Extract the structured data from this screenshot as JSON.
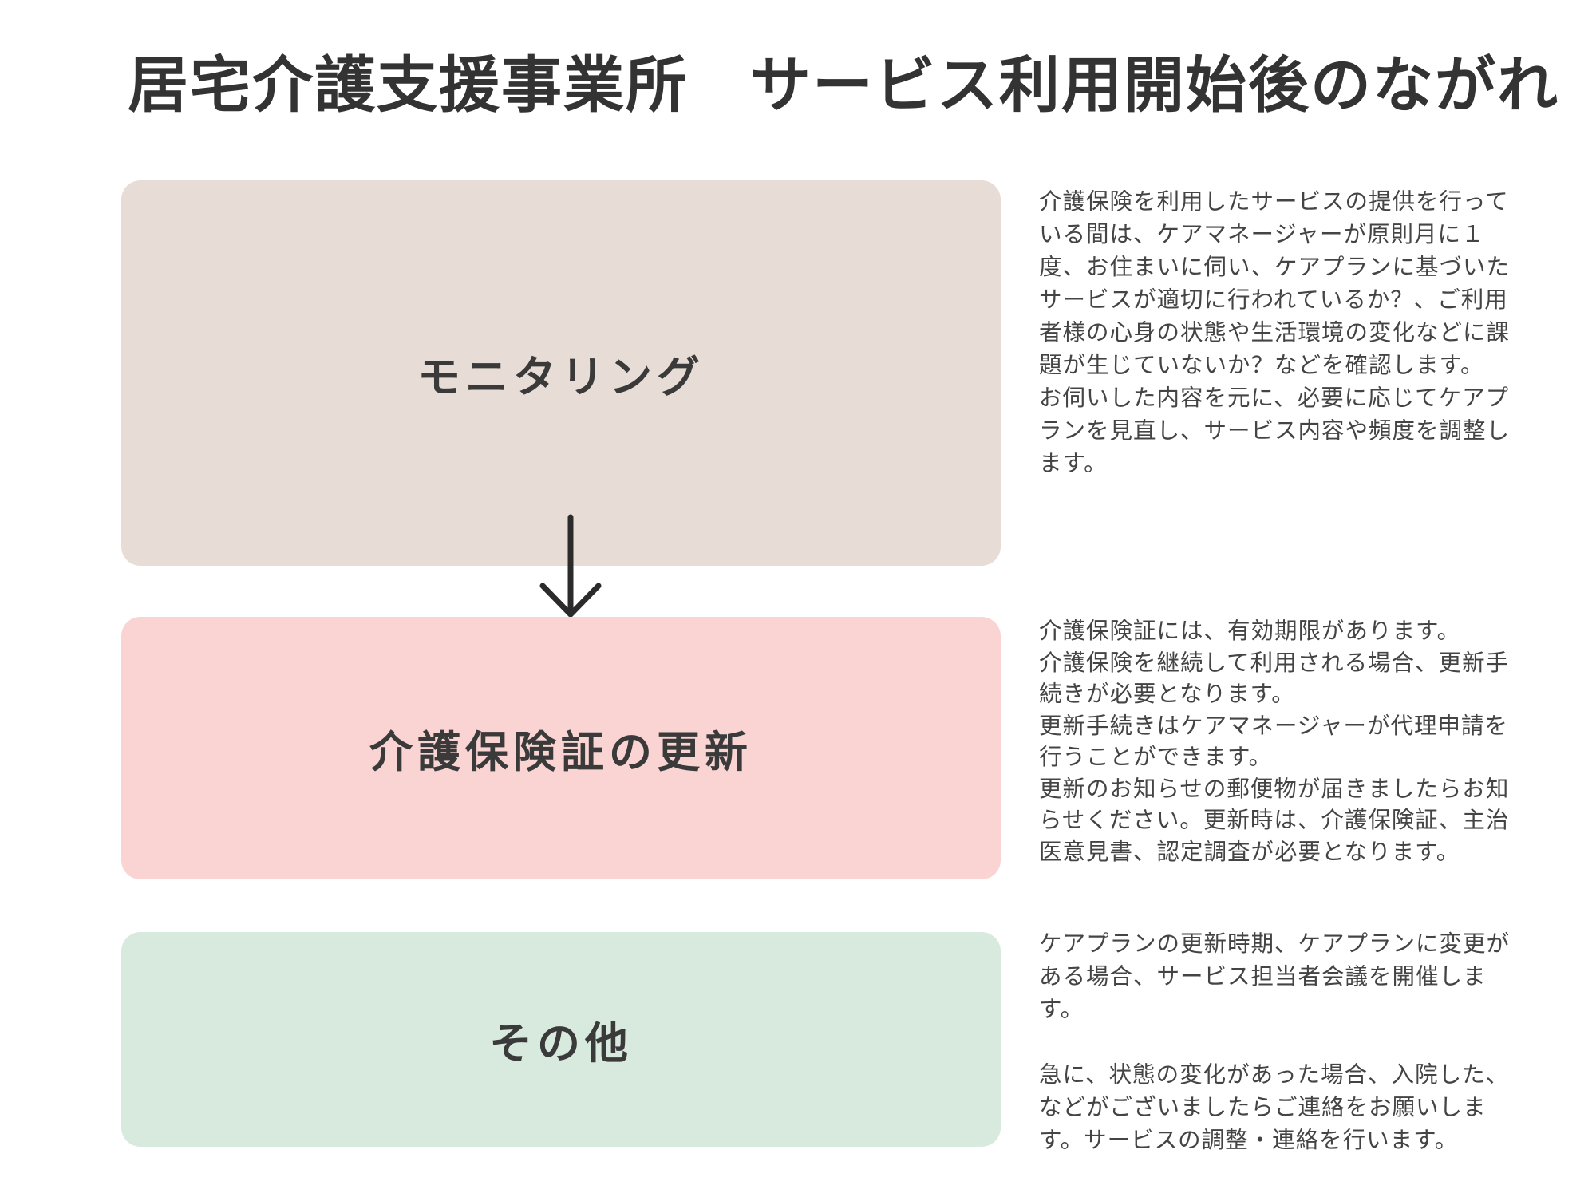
{
  "header": {
    "title": "居宅介護支援事業所　サービス利用開始後のながれ"
  },
  "steps": [
    {
      "title": "モニタリング",
      "color": "#e8ddd6",
      "paragraphs": [
        "介護保険を利用したサービスの提供を行っている間は、ケアマネージャーが原則月に１度、お住まいに伺い、ケアプランに基づいたサービスが適切に行われているか？、ご利用者様の心身の状態や生活環境の変化などに課題が生じていないか？などを確認します。",
        "お伺いした内容を元に、必要に応じてケアプランを見直し、サービス内容や頻度を調整します。"
      ]
    },
    {
      "title": "介護保険証の更新",
      "color": "#f9d4d2",
      "paragraphs": [
        "介護保険証には、有効期限があります。",
        "介護保険を継続して利用される場合、更新手続きが必要となります。",
        "更新手続きはケアマネージャーが代理申請を行うことができます。",
        "更新のお知らせの郵便物が届きましたらお知らせください。更新時は、介護保険証、主治医意見書、認定調査が必要となります。"
      ]
    },
    {
      "title": "その他",
      "color": "#d8e9de",
      "paragraphs": [
        "ケアプランの更新時期、ケアプランに変更がある場合、サービス担当者会議を開催します。",
        "急に、状態の変化があった場合、入院した、などがございましたらご連絡をお願いします。サービスの調整・連絡を行います。"
      ]
    }
  ],
  "arrow": {
    "icon": "arrow-down-icon",
    "color": "#2b2b2b"
  }
}
